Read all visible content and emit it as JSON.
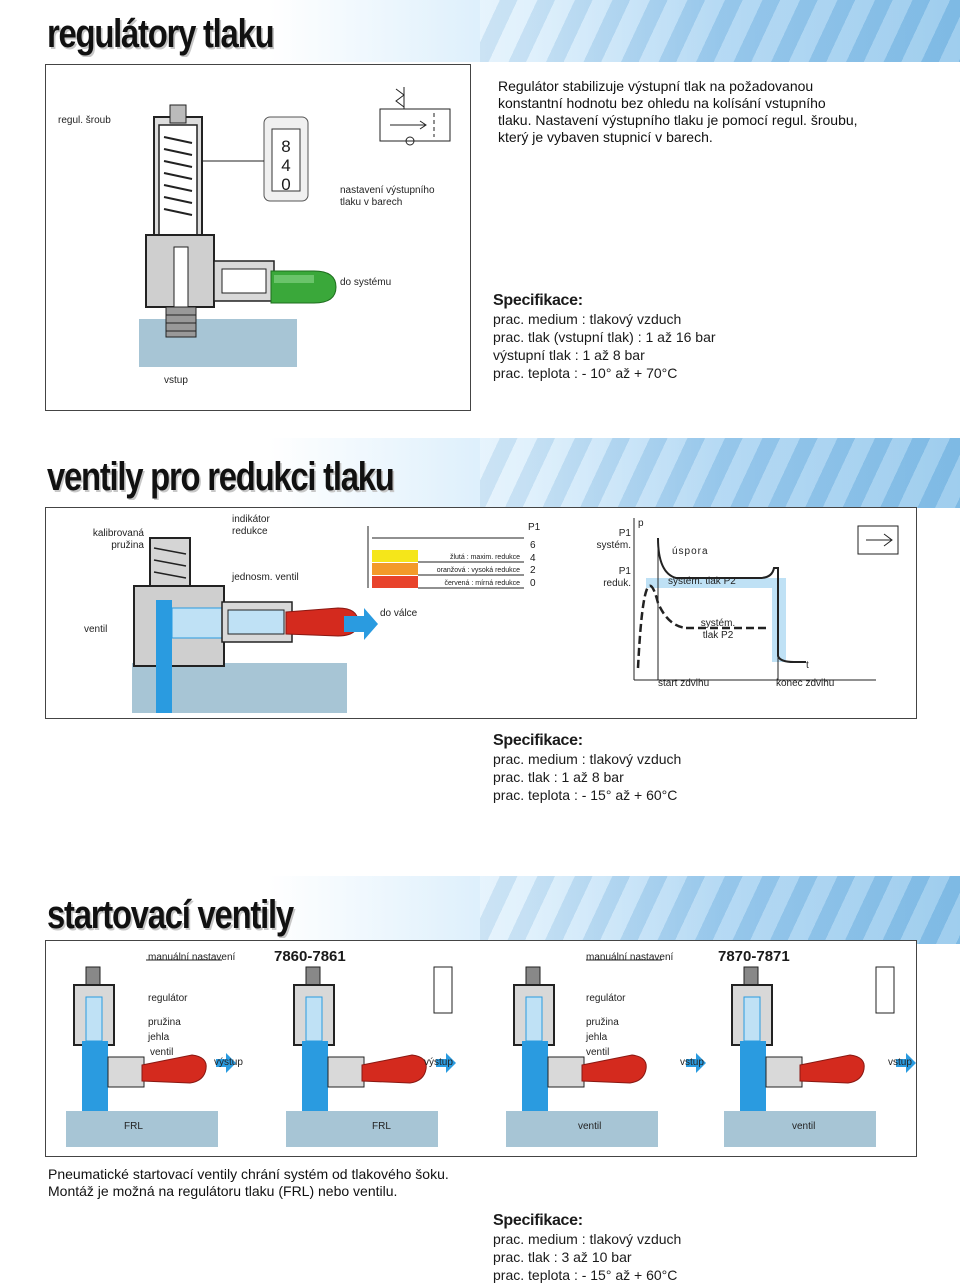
{
  "section1": {
    "title": "regulátory tlaku",
    "labels": {
      "screw": "regul. šroub",
      "dial": [
        "8",
        "4",
        "0"
      ],
      "setting": "nastavení výstupního tlaku v barech",
      "to_system": "do systému",
      "input": "vstup"
    },
    "description": "Regulátor stabilizuje výstupní tlak na požadovanou konstantní hodnotu bez ohledu na kolísání vstupního tlaku. Nastavení výstupního tlaku je pomocí regul. šroubu, který je vybaven stupnicí v barech.",
    "spec_title": "Specifikace:",
    "spec": [
      "prac. medium : tlakový vzduch",
      "prac. tlak (vstupní tlak) : 1 až 16 bar",
      "výstupní tlak : 1 až 8 bar",
      "prac. teplota : - 10° až + 70°C"
    ]
  },
  "section2": {
    "title": "ventily pro redukci tlaku",
    "labels": {
      "spring": "kalibrovaná pružina",
      "indicator": "indikátor redukce",
      "check": "jednosm. ventil",
      "valve": "ventil",
      "to_cylinder": "do válce",
      "p1": "P1",
      "scale": [
        "6",
        "4",
        "2",
        "0"
      ],
      "yellow": "žlutá : maxim. redukce",
      "orange": "oranžová : vysoká redukce",
      "red": "červená : mírná redukce",
      "p1_system": "P1 systém.",
      "p1_reduced": "P1 reduk.",
      "p_axis": "p",
      "saving": "úspora",
      "system_p2": "systém. tlak P2",
      "system_p2_b": "systém. tlak P2",
      "t_axis": "t",
      "stroke_start": "start zdvihu",
      "stroke_end": "konec zdvihu"
    },
    "spec_title": "Specifikace:",
    "spec": [
      "prac. medium : tlakový vzduch",
      "prac. tlak : 1 až 8 bar",
      "prac. teplota : - 15° až + 60°C"
    ]
  },
  "section3": {
    "title": "startovací ventily",
    "left": {
      "manual": "manuální nastavení",
      "code": "7860-7861",
      "regulator": "regulátor",
      "spring": "pružina",
      "needle": "jehla",
      "valve": "ventil",
      "out_a": "výstup",
      "out_b": "výstup",
      "base_a": "FRL",
      "base_b": "FRL"
    },
    "right": {
      "manual": "manuální nastavení",
      "code": "7870-7871",
      "regulator": "regulátor",
      "spring": "pružina",
      "needle": "jehla",
      "valve": "ventil",
      "in_a": "vstup",
      "in_b": "vstup",
      "base_a": "ventil",
      "base_b": "ventil"
    },
    "description": "Pneumatické startovací ventily chrání systém od tlakového šoku. Montáž je možná na  regulátoru tlaku (FRL) nebo ventilu.",
    "spec_title": "Specifikace:",
    "spec": [
      "prac. medium : tlakový vzduch",
      "prac. tlak : 3 až 10 bar",
      "prac. teplota : - 15° až + 60°C"
    ]
  },
  "colors": {
    "air_blue": "#2a9be0",
    "light_blue": "#bfe1f5",
    "green_tube": "#3aa83a",
    "red_tube": "#d42a1e",
    "base_grey": "#a7c5d5",
    "yellow": "#f5e61a",
    "orange": "#f39a2a",
    "red": "#e8432b"
  }
}
